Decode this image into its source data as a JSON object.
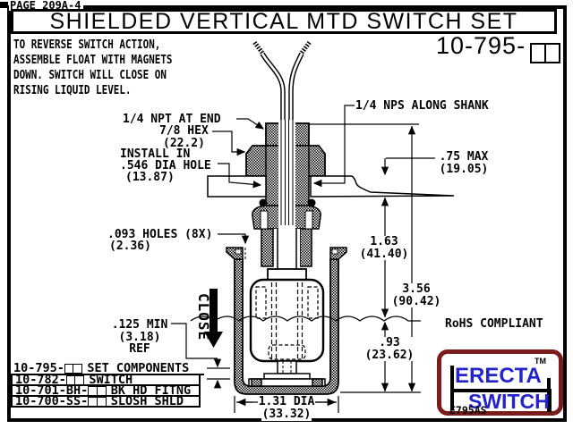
{
  "page": {
    "page_label": "PAGE 209A-4",
    "title": "SHIELDED VERTICAL MTD SWITCH SET",
    "part_number_prefix": "10-795-"
  },
  "note": {
    "line1": "TO REVERSE SWITCH ACTION,",
    "line2": "ASSEMBLE FLOAT WITH MAGNETS",
    "line3": "DOWN. SWITCH WILL CLOSE ON",
    "line4": "RISING LIQUID LEVEL."
  },
  "callouts": {
    "npt_end": "1/4 NPT AT END",
    "hex_size": "7/8 HEX",
    "hex_size_mm": "(22.2)",
    "install_line1": "INSTALL IN",
    "install_line2": ".546 DIA HOLE",
    "install_line3": "(13.87)",
    "holes": ".093 HOLES (8X)",
    "holes_mm": "(2.36)",
    "min_gap": ".125 MIN",
    "min_gap_mm": "(3.18)",
    "min_gap_ref": "REF",
    "close_action": "CLOSE",
    "nps_shank": "1/4 NPS ALONG SHANK",
    "panel_max": ".75 MAX",
    "panel_max_mm": "(19.05)"
  },
  "dimensions": {
    "dim_1_63": "1.63",
    "dim_1_63_mm": "(41.40)",
    "dim_3_56": "3.56",
    "dim_3_56_mm": "(90.42)",
    "dim_0_93": ".93",
    "dim_0_93_mm": "(23.62)",
    "dia": "1.31 DIA",
    "dia_mm": "(33.32)"
  },
  "components_table": {
    "rows": [
      {
        "part": "10-795-",
        "desc": "SET COMPONENTS"
      },
      {
        "part": "10-782-",
        "desc": "SWITCH"
      },
      {
        "part": "10-701-BH-",
        "desc": "BK HD FITNG"
      },
      {
        "part": "10-700-SS-",
        "desc": "SLOSH SHLD"
      }
    ]
  },
  "branding": {
    "rohs": "RoHS COMPLIANT",
    "logo_top": "ERECTA",
    "logo_bottom": "SWITCH",
    "logo_tm": "TM",
    "logo_code": "E795AS"
  },
  "colors": {
    "ink": "#000000",
    "paper": "#ffffff",
    "logo_border": "#7a1c1c",
    "logo_text": "#2323cc"
  }
}
